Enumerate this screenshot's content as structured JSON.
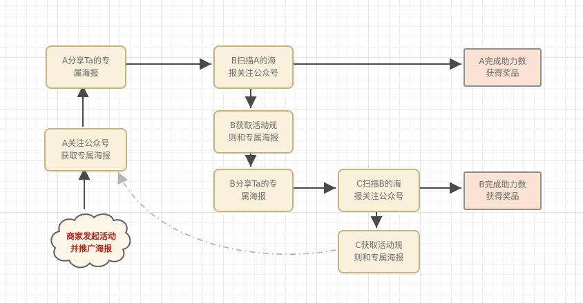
{
  "colors": {
    "process_fill": "#faf1dc",
    "process_border": "#c6b281",
    "reward_fill": "#fbe2d2",
    "reward_border": "#8f8f8f",
    "cloud_fill": "#fdf6e8",
    "cloud_border": "#5f5f5f",
    "cloud_text": "#b2281e",
    "node_text": "#6b6b6b",
    "arrow": "#4a4a4a",
    "dashed_arrow": "#b5b5b5",
    "grid_minor": "#f4f4f4",
    "grid_major": "#e8e8e8"
  },
  "nodes": [
    {
      "id": "a-share-poster",
      "type": "process",
      "label": "A分享Ta的专\n属海报"
    },
    {
      "id": "b-scan-a-poster",
      "type": "process",
      "label": "B扫描A的海\n报关注公众号"
    },
    {
      "id": "a-reward",
      "type": "reward",
      "label": "A完成助力数\n获得奖品"
    },
    {
      "id": "b-get-rules",
      "type": "process",
      "label": "B获取活动规\n则和专属海报"
    },
    {
      "id": "a-follow-account",
      "type": "process",
      "label": "A关注公众号\n获取专属海报"
    },
    {
      "id": "b-share-poster",
      "type": "process",
      "label": "B分享Ta的专\n属海报"
    },
    {
      "id": "c-scan-b-poster",
      "type": "process",
      "label": "C扫描B的海\n报关注公众号"
    },
    {
      "id": "b-reward",
      "type": "reward",
      "label": "B完成助力数\n获得奖品"
    },
    {
      "id": "c-get-rules",
      "type": "process",
      "label": "C获取活动规\n则和专属海报"
    },
    {
      "id": "merchant-launch",
      "type": "cloud",
      "label": "商家发起活动\n并推广海报"
    }
  ],
  "edges": [
    {
      "from": "a-share-poster",
      "to": "b-scan-a-poster",
      "style": "solid"
    },
    {
      "from": "b-scan-a-poster",
      "to": "a-reward",
      "style": "solid"
    },
    {
      "from": "b-scan-a-poster",
      "to": "b-get-rules",
      "style": "solid"
    },
    {
      "from": "b-get-rules",
      "to": "b-share-poster",
      "style": "solid"
    },
    {
      "from": "b-share-poster",
      "to": "c-scan-b-poster",
      "style": "solid"
    },
    {
      "from": "c-scan-b-poster",
      "to": "b-reward",
      "style": "solid"
    },
    {
      "from": "c-scan-b-poster",
      "to": "c-get-rules",
      "style": "solid"
    },
    {
      "from": "a-follow-account",
      "to": "a-share-poster",
      "style": "solid"
    },
    {
      "from": "merchant-launch",
      "to": "a-follow-account",
      "style": "solid"
    },
    {
      "from": "c-get-rules",
      "to": "a-follow-account",
      "style": "dash-dot"
    }
  ]
}
